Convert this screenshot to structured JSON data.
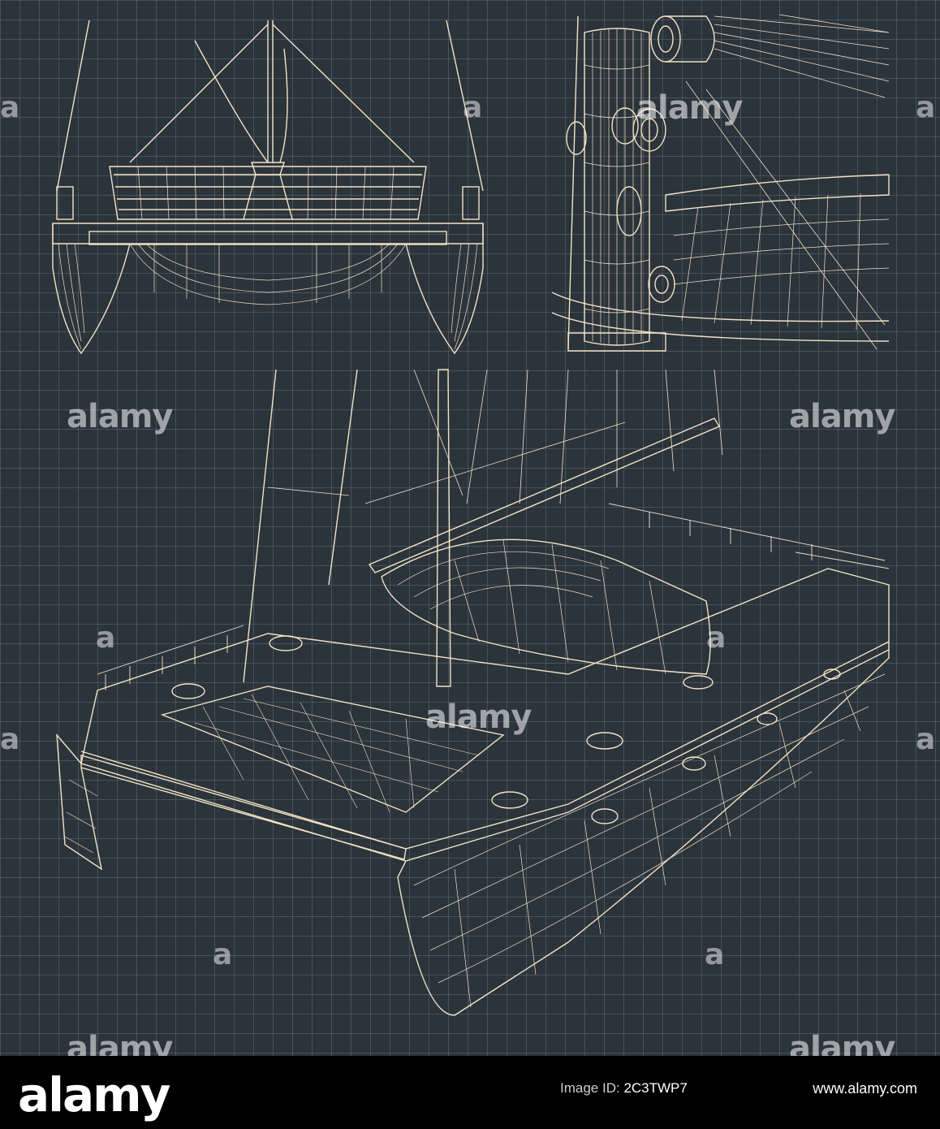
{
  "watermark": {
    "text": "alamy",
    "mark": "a"
  },
  "footer": {
    "logo": "alamy",
    "image_id_label": "Image ID:",
    "image_id": "2C3TWP7",
    "site": "www.alamy.com"
  },
  "colors": {
    "background": "#2b333b",
    "line": "#f3e3c4",
    "grid": "#5d6a73",
    "footer": "#000000"
  }
}
